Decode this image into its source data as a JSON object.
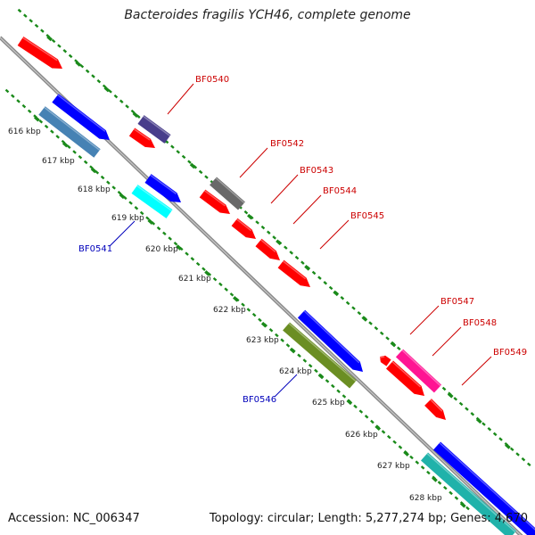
{
  "title": "Bacteroides fragilis YCH46, complete genome",
  "footer": {
    "accession": "Accession: NC_006347",
    "summary": "Topology: circular; Length: 5,277,274 bp; Genes: 4,670"
  },
  "colors": {
    "backbone": "#8a8a8a",
    "tick_dots": "#1a8a1a",
    "label_forward": "#cc0000",
    "label_reverse": "#0000bb",
    "red": "#ff0000",
    "blue": "#0000ff",
    "steelblue": "#4682b4",
    "darkslateblue": "#483d8b",
    "gray": "#696969",
    "cyan": "#00ffff",
    "olive": "#6b8e23",
    "deeppink": "#ff1493",
    "darkcyan": "#20b2aa"
  },
  "kbp_labels": [
    "616 kbp",
    "617 kbp",
    "618 kbp",
    "619 kbp",
    "620 kbp",
    "621 kbp",
    "622 kbp",
    "623 kbp",
    "624 kbp",
    "625 kbp",
    "626 kbp",
    "627 kbp",
    "628 kbp"
  ],
  "gene_labels_forward": [
    "BF0540",
    "BF0542",
    "BF0543",
    "BF0544",
    "BF0545",
    "BF0547",
    "BF0548",
    "BF0549"
  ],
  "gene_labels_reverse": [
    "BF0541",
    "BF0546"
  ]
}
